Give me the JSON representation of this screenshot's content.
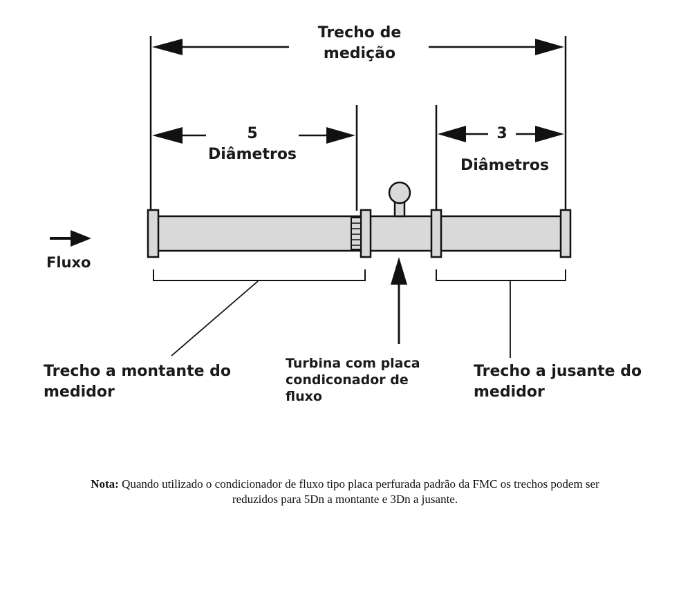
{
  "labels": {
    "measurement_section": [
      "Trecho de",
      "medição"
    ],
    "upstream_diameters_number": "5",
    "upstream_diameters_word": "Diâmetros",
    "downstream_diameters_number": "3",
    "downstream_diameters_word": "Diâmetros",
    "flow": "Fluxo",
    "upstream_section": [
      "Trecho a montante do",
      "medidor"
    ],
    "turbine": [
      "Turbina com placa",
      "condiconador de",
      "fluxo"
    ],
    "downstream_section": [
      "Trecho a jusante do",
      "medidor"
    ]
  },
  "note": {
    "prefix": "Nota:",
    "line1": " Quando utilizado o condicionador de fluxo tipo placa perfurada padrão da FMC os trechos podem ser",
    "line2": "reduzidos para 5Dn a montante e 3Dn a jusante."
  },
  "colors": {
    "line": "#111111",
    "pipe_fill": "#d9d9d9",
    "background": "#ffffff"
  }
}
